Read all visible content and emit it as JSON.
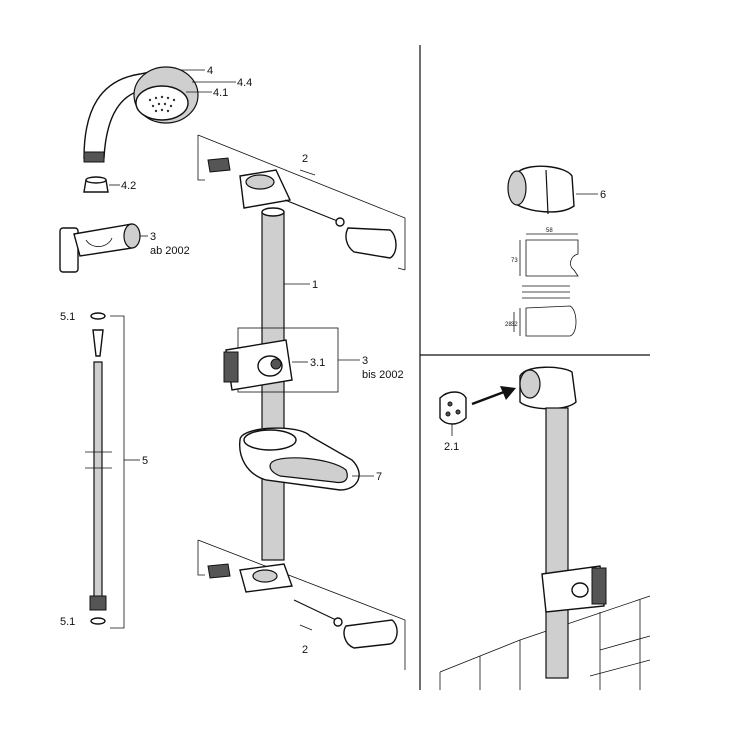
{
  "labels": {
    "l4": "4",
    "l44": "4.4",
    "l41": "4.1",
    "l42": "4.2",
    "l3": "3",
    "l3sub": "ab 2002",
    "l51top": "5.1",
    "l5": "5",
    "l51bot": "5.1",
    "l2top": "2",
    "l1": "1",
    "l31": "3.1",
    "l3b": "3",
    "l3bsub": "bis 2002",
    "l7": "7",
    "l2bot": "2",
    "l6": "6",
    "l21": "2.1"
  },
  "dimensions": {
    "d1": "58",
    "d2": "73",
    "d3": "32",
    "d4": "28"
  },
  "colors": {
    "line": "#111111",
    "shade": "#cfcfcf",
    "background": "#ffffff"
  }
}
